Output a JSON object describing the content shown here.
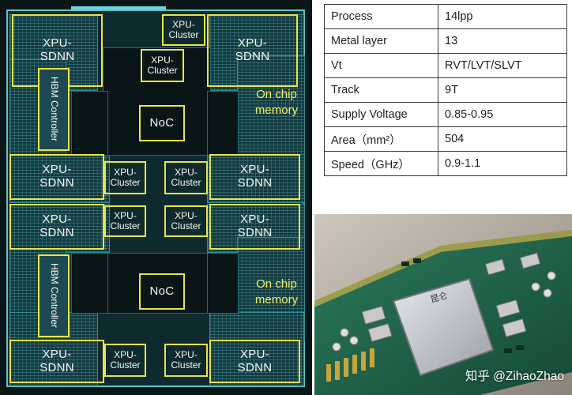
{
  "die": {
    "blocks": {
      "sdnn_tl": [
        "XPU-",
        "SDNN"
      ],
      "sdnn_tr": [
        "XPU-",
        "SDNN"
      ],
      "sdnn_ml": [
        "XPU-",
        "SDNN"
      ],
      "sdnn_mr": [
        "XPU-",
        "SDNN"
      ],
      "sdnn_ml2": [
        "XPU-",
        "SDNN"
      ],
      "sdnn_mr2": [
        "XPU-",
        "SDNN"
      ],
      "sdnn_bl": [
        "XPU-",
        "SDNN"
      ],
      "sdnn_br": [
        "XPU-",
        "SDNN"
      ],
      "cluster_top1": [
        "XPU-",
        "Cluster"
      ],
      "cluster_top2": [
        "XPU-",
        "Cluster"
      ],
      "cluster_m1": [
        "XPU-",
        "Cluster"
      ],
      "cluster_m2": [
        "XPU-",
        "Cluster"
      ],
      "cluster_m3": [
        "XPU-",
        "Cluster"
      ],
      "cluster_m4": [
        "XPU-",
        "Cluster"
      ],
      "cluster_b1": [
        "XPU-",
        "Cluster"
      ],
      "cluster_b2": [
        "XPU-",
        "Cluster"
      ]
    },
    "noc_top": "NoC",
    "noc_bottom": "NoC",
    "hbm_top": "HBM Controller",
    "hbm_bottom": "HBM Controller",
    "mem_top": [
      "On chip",
      "memory"
    ],
    "mem_bottom": [
      "On chip",
      "memory"
    ]
  },
  "spec_table": [
    {
      "key": "Process",
      "value": "14lpp"
    },
    {
      "key": "Metal layer",
      "value": "13"
    },
    {
      "key": "Vt",
      "value": "RVT/LVT/SLVT"
    },
    {
      "key": "Track",
      "value": "9T"
    },
    {
      "key": "Supply Voltage",
      "value": "0.85-0.95"
    },
    {
      "key": "Area（mm²）",
      "value": "504"
    },
    {
      "key": "Speed（GHz）",
      "value": "0.9-1.1"
    }
  ],
  "photo": {
    "chip_marking": "昆仑",
    "watermark": "知乎 @ZihaoZhao"
  },
  "colors": {
    "die_bg": "#0f2a2e",
    "outline": "#e8e44a",
    "annotation": "#f0ee6a",
    "pcb": "#1f6a4f"
  }
}
